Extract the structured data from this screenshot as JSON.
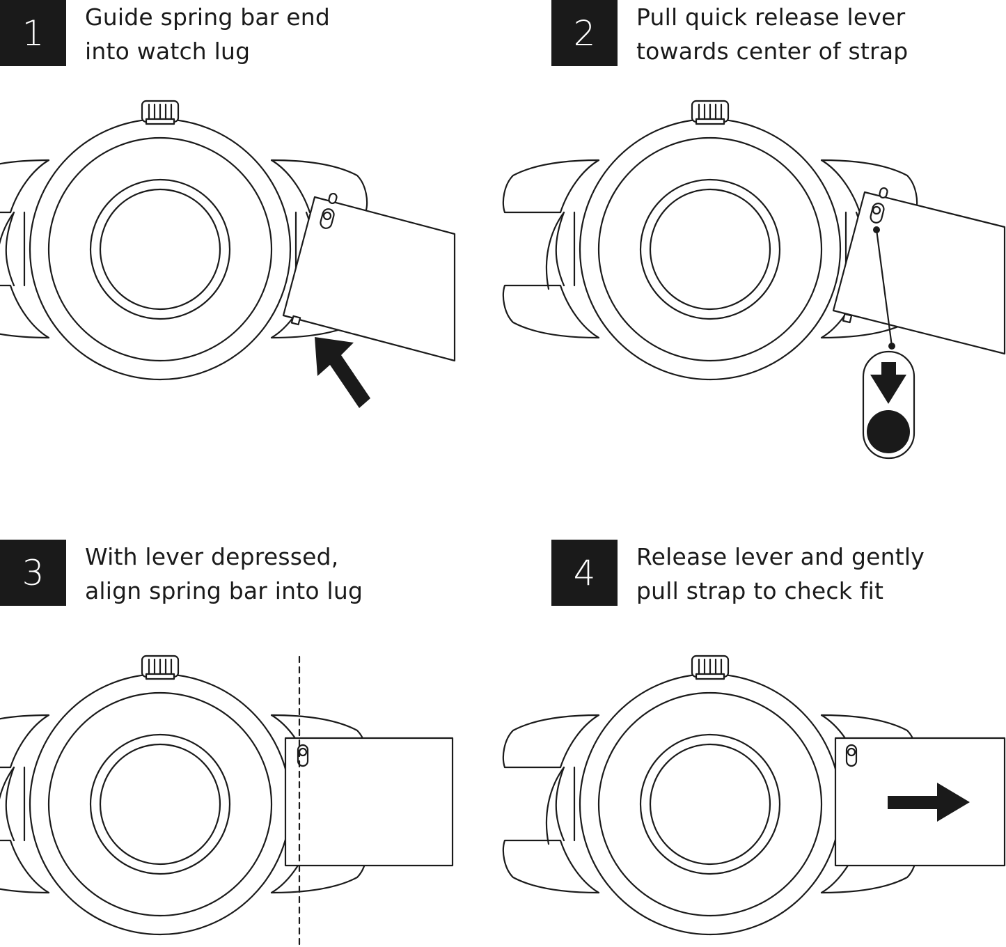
{
  "steps": [
    {
      "number": "1",
      "line1": "Guide spring bar end",
      "line2": "into watch lug"
    },
    {
      "number": "2",
      "line1": "Pull quick release lever",
      "line2": "towards center of strap"
    },
    {
      "number": "3",
      "line1": "With lever depressed,",
      "line2": "align spring bar into lug"
    },
    {
      "number": "4",
      "line1": "Release lever and gently",
      "line2": "pull strap to check fit"
    }
  ],
  "colors": {
    "ink": "#1a1a1a",
    "background": "#ffffff"
  },
  "icons": [
    "arrow-up-left-icon",
    "arrow-down-icon",
    "arrow-right-icon",
    "lever-dot-icon"
  ]
}
